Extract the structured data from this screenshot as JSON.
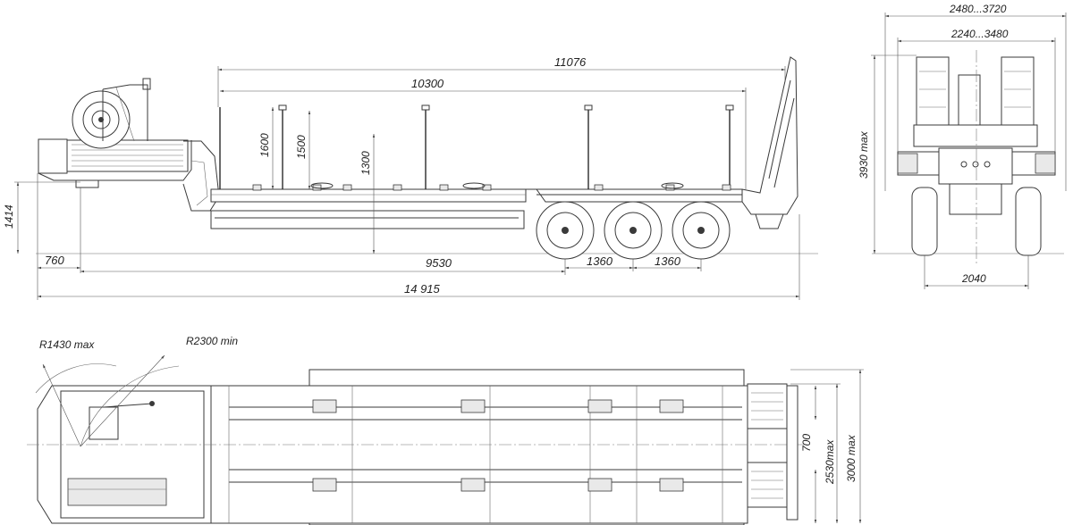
{
  "dimensions": {
    "overall_length": "14 915",
    "platform_length": "11076",
    "deck_length": "10300",
    "stake_h1": "1600",
    "stake_h2": "1500",
    "deck_h": "1300",
    "hitch_h": "1414",
    "front_overhang": "760",
    "wheelbase": "9530",
    "axle_spacing_1": "1360",
    "axle_spacing_2": "1360",
    "rear_width_outer": "2480...3720",
    "rear_width_inner": "2240...3480",
    "rear_height": "3930 max",
    "track_width": "2040",
    "turn_radius_1": "R1430 max",
    "turn_radius_2": "R2300 min",
    "ramp_gap": "700",
    "width_1": "2530max",
    "width_2": "3000 max"
  }
}
